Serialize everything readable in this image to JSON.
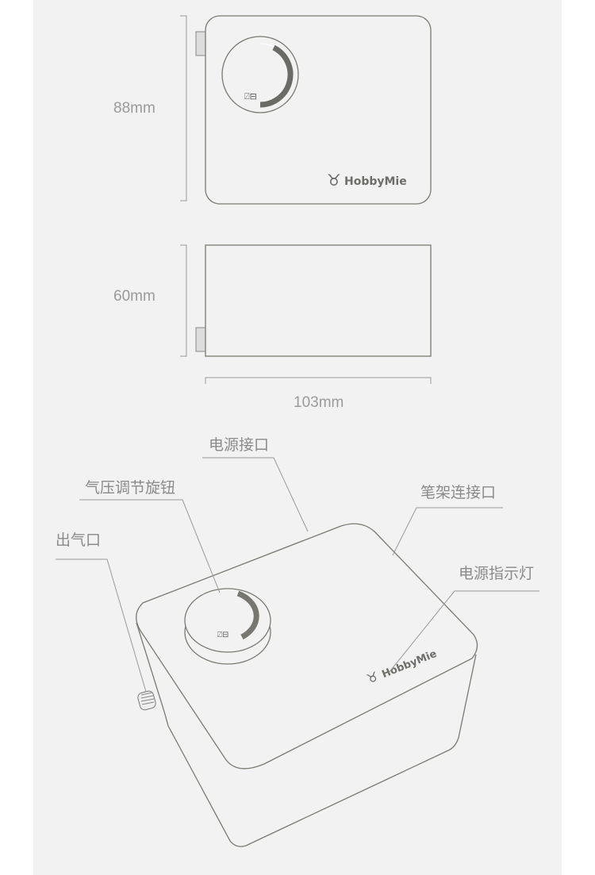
{
  "dimensions": {
    "height": "88mm",
    "depth": "60mm",
    "width": "103mm"
  },
  "labels": {
    "power_port": "电源接口",
    "pressure_knob": "气压调节旋钮",
    "air_outlet": "出气口",
    "pen_holder_port": "笔架连接口",
    "power_indicator": "电源指示灯"
  },
  "brand": "HobbyMie",
  "colors": {
    "panel": "#f2f2f2",
    "line": "#7a7a72",
    "text": "#8a8a8a"
  }
}
